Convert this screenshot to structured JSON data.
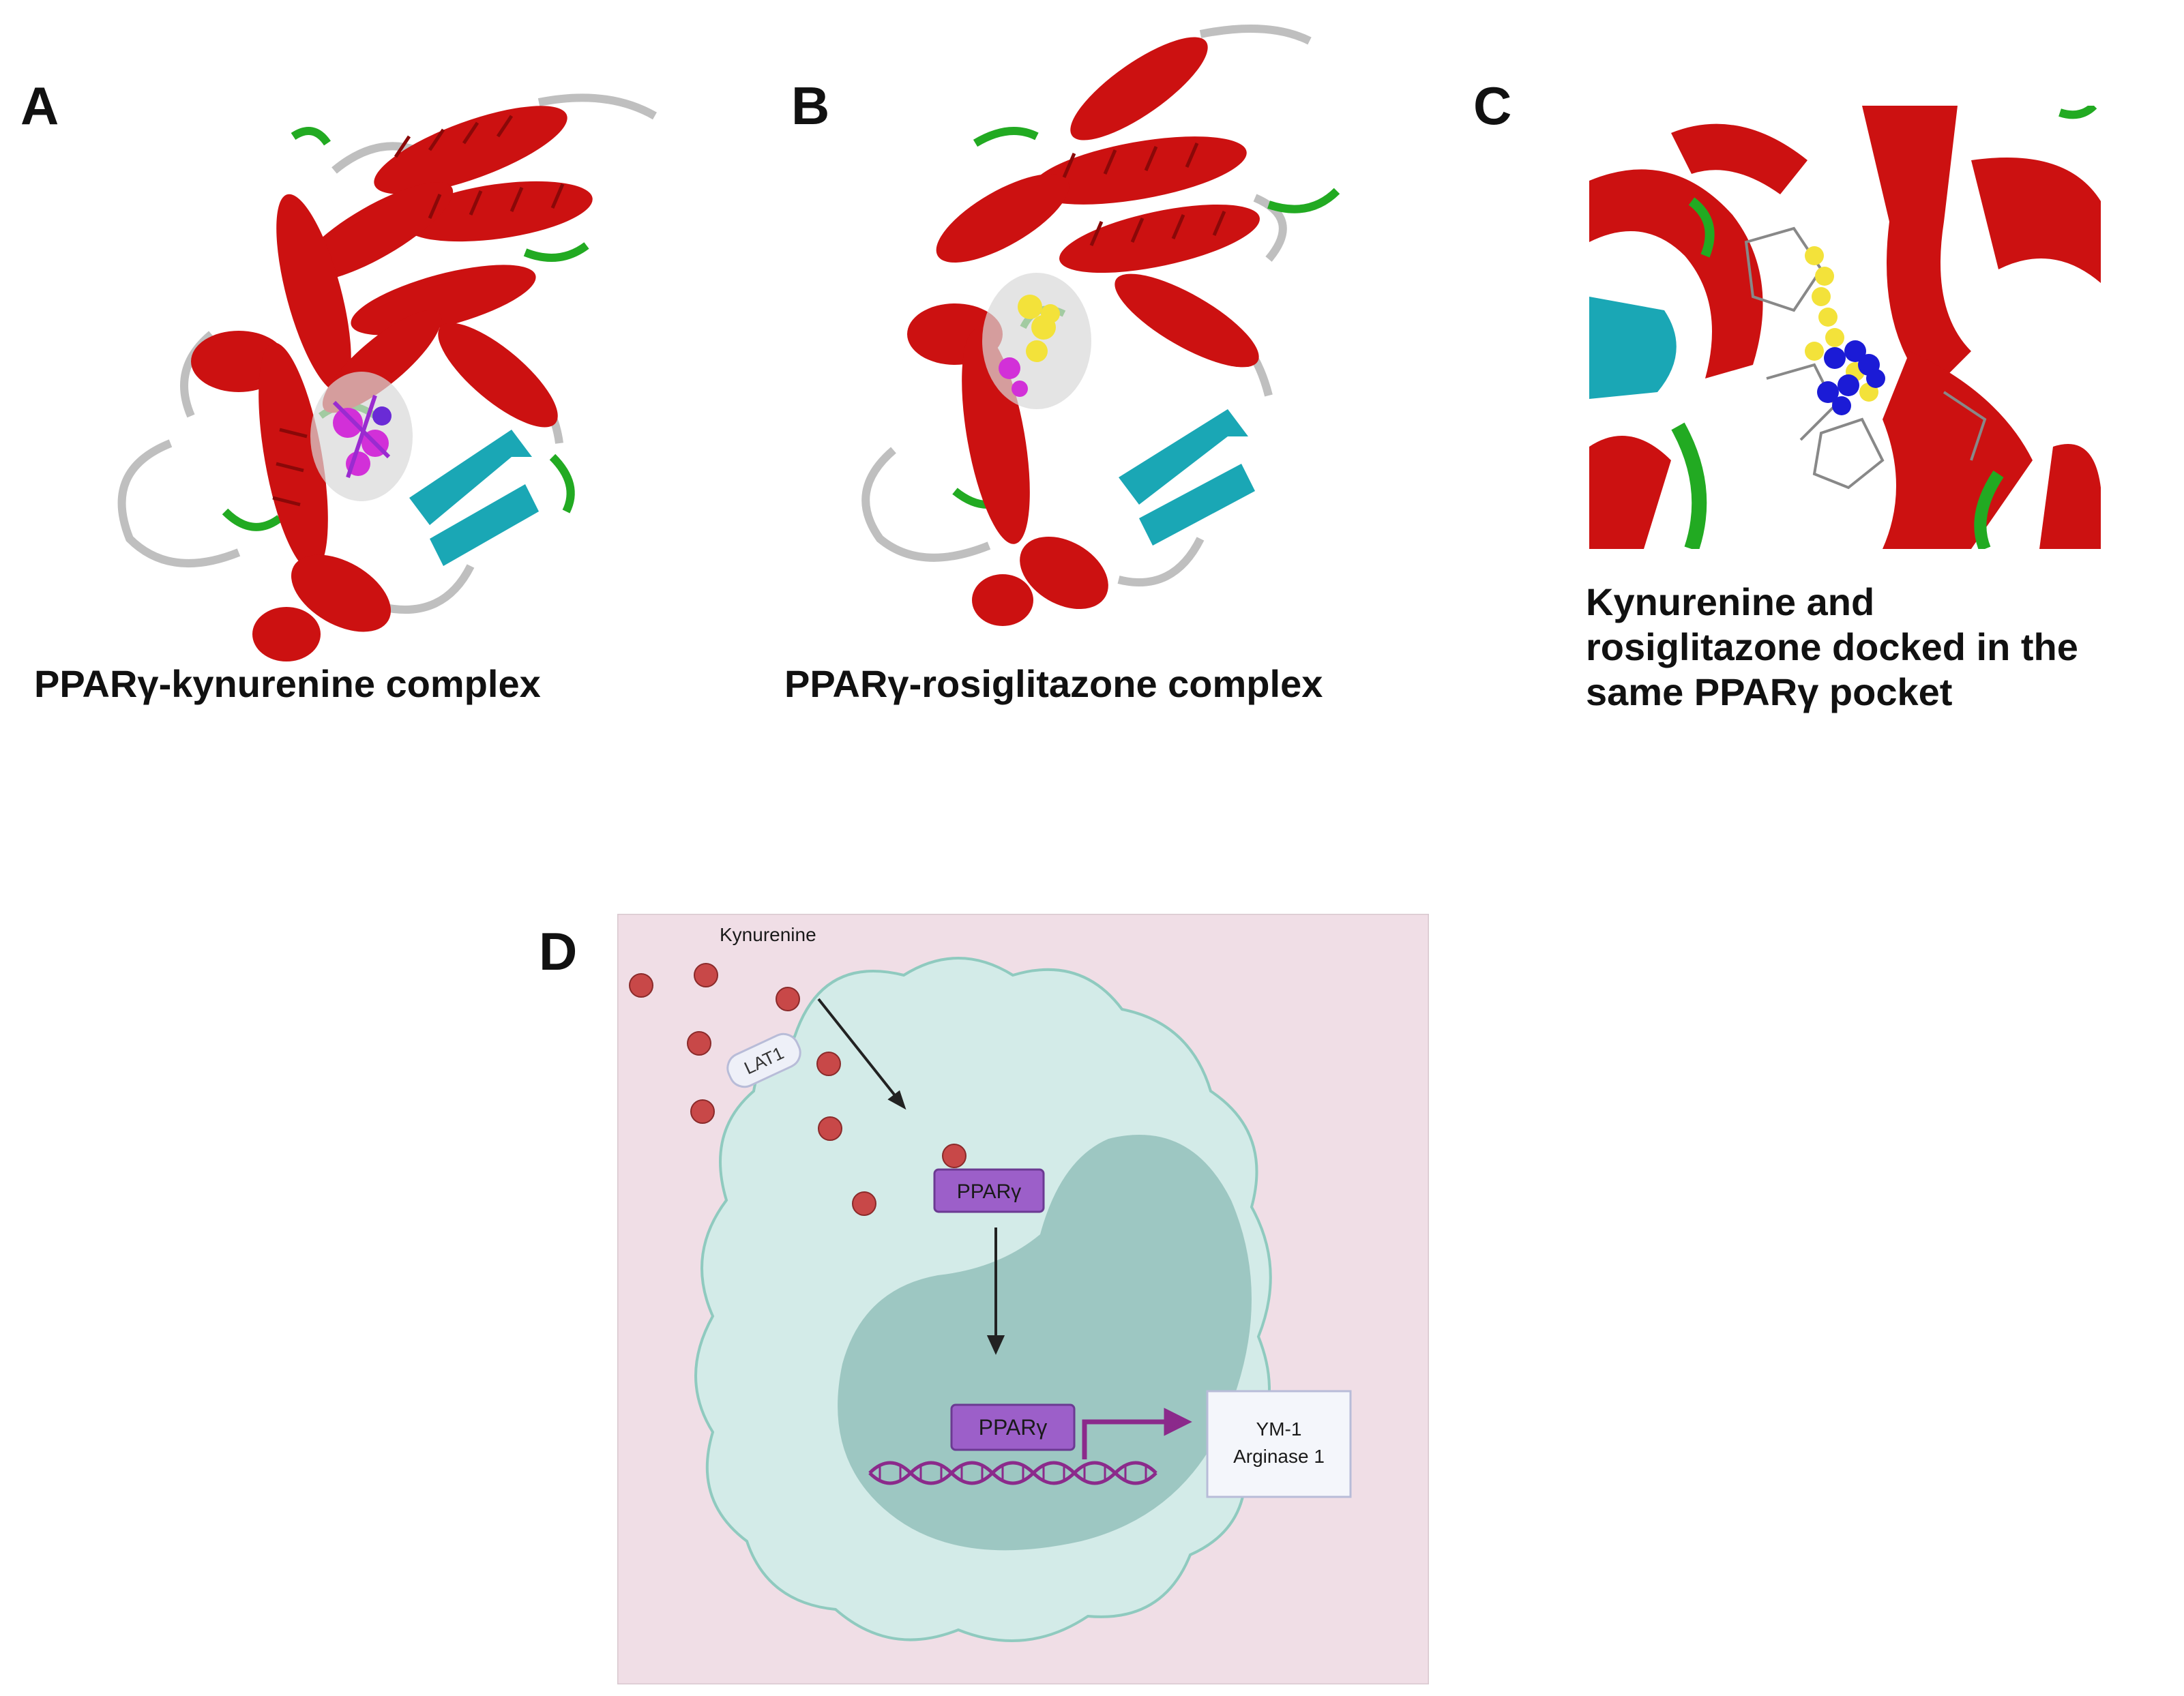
{
  "panels": {
    "a": {
      "letter": "A",
      "caption": "PPARγ-kynurenine complex"
    },
    "b": {
      "letter": "B",
      "caption": "PPARγ-rosiglitazone complex"
    },
    "c": {
      "letter": "C",
      "caption_lines": [
        "Kynurenine and",
        "rosiglitazone docked in the",
        "same PPARγ pocket"
      ]
    },
    "d": {
      "letter": "D",
      "kynurenine_label": "Kynurenine",
      "transporter_label": "LAT1",
      "cyto_receptor_label": "PPARγ",
      "nuclear_receptor_label": "PPARγ",
      "target_genes": [
        "YM-1",
        "Arginase 1"
      ]
    }
  },
  "colors": {
    "helix": "#cc1111",
    "sheet": "#1aa7b5",
    "turn": "#22aa22",
    "coil": "#bfbfbf",
    "kynurenine_ligand": "#d230d8",
    "rosiglitazone_ligand": "#f3e23a",
    "nitrogen_atoms": "#1b1bd6",
    "extracellular_bg": "#f0dee6",
    "cell": "#d3ebe8",
    "cell_border": "#8fcabf",
    "nucleus": "#9dc7c2",
    "protein_box": "#9c5fc9",
    "dna": "#8b2a8b",
    "kyn_molecule": "#c84848"
  },
  "icons": [
    "protein-ribbon-icon",
    "ligand-icon",
    "cell-icon",
    "nucleus-icon",
    "dna-helix-icon",
    "arrow-icon"
  ]
}
